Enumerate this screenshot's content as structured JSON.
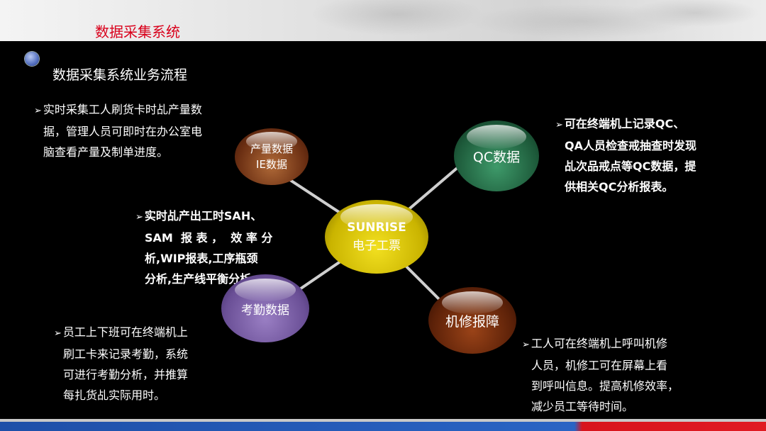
{
  "header": {
    "title": "数据采集系统"
  },
  "subtitle": "数据采集系统业务流程",
  "colors": {
    "header_title": "#d9001b",
    "center_node": "#e0cc10",
    "qc_node": "#2a7a50",
    "production_node": "#8a4520",
    "attendance_node": "#7c62a8",
    "repair_node": "#7a2e0c",
    "bottom_bar_blue": "#1e4fa8",
    "bottom_bar_red": "#e01b22"
  },
  "nodes": {
    "center": {
      "line1": "SUNRISE",
      "line2": "电子工票"
    },
    "production": {
      "line1": "产量数据",
      "line2": "IE数据"
    },
    "qc": {
      "label": "QC数据"
    },
    "attendance": {
      "label": "考勤数据"
    },
    "repair": {
      "label": "机修报障"
    }
  },
  "notes": {
    "production": [
      "实时采集工人刷货卡时乩产量数",
      "据，管理人员可即时在办公室电",
      "脑查看产量及制单进度。"
    ],
    "qc": [
      "可在终端机上记录QC、",
      "QA人员检查戒抽查时发现",
      "乩次品戒点等QC数据，提",
      "供相关QC分析报表。"
    ],
    "sah": [
      "实时乩产出工时SAH、",
      "SAM  报 表 ，  效 率 分",
      "析,WIP报表,工序瓶颈",
      "分析,生产线平衡分析。"
    ],
    "attendance": [
      "员工上下班可在终端机上",
      "刷工卡来记录考勤，系统",
      "可进行考勤分析，并推算",
      "每扎货乩实际用时。"
    ],
    "repair": [
      "工人可在终端机上呼叫机修",
      "人员，机修工可在屏幕上看",
      "到呼叫信息。提高机修效率，",
      "减少员工等待时间。"
    ]
  }
}
